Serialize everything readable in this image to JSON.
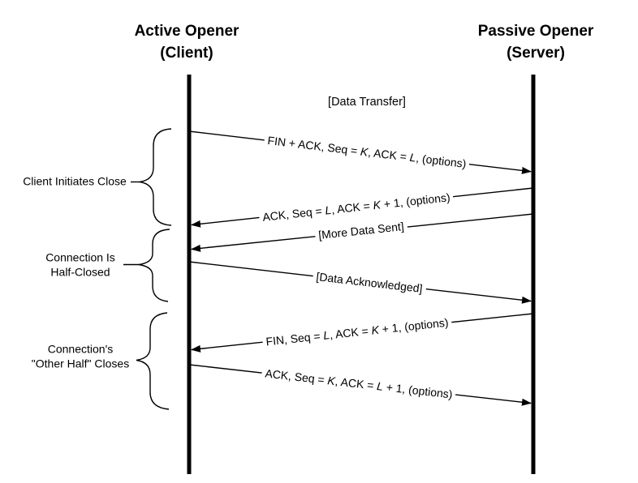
{
  "colors": {
    "ink": "#000000",
    "background": "#ffffff"
  },
  "actors": [
    {
      "role": "client",
      "line1": "Active Opener",
      "line2": "(Client)"
    },
    {
      "role": "server",
      "line1": "Passive Opener",
      "line2": "(Server)"
    }
  ],
  "annotations": {
    "data_transfer": "[Data Transfer]"
  },
  "messages": [
    {
      "from": "client",
      "to": "server",
      "segments": [
        {
          "t": "FIN + ACK, Seq = "
        },
        {
          "t": "K",
          "i": true
        },
        {
          "t": ", ACK = "
        },
        {
          "t": "L",
          "i": true
        },
        {
          "t": ", (options)"
        }
      ]
    },
    {
      "from": "server",
      "to": "client",
      "segments": [
        {
          "t": "ACK, Seq = "
        },
        {
          "t": "L",
          "i": true
        },
        {
          "t": ", ACK = "
        },
        {
          "t": "K",
          "i": true
        },
        {
          "t": " + 1, (options)"
        }
      ]
    },
    {
      "from": "server",
      "to": "client",
      "segments": [
        {
          "t": "[More Data Sent]"
        }
      ]
    },
    {
      "from": "client",
      "to": "server",
      "segments": [
        {
          "t": "[Data Acknowledged]"
        }
      ]
    },
    {
      "from": "server",
      "to": "client",
      "segments": [
        {
          "t": "FIN, Seq = "
        },
        {
          "t": "L",
          "i": true
        },
        {
          "t": ", ACK = "
        },
        {
          "t": "K",
          "i": true
        },
        {
          "t": " + 1, (options)"
        }
      ]
    },
    {
      "from": "client",
      "to": "server",
      "segments": [
        {
          "t": "ACK, Seq = "
        },
        {
          "t": "K",
          "i": true
        },
        {
          "t": ", ACK = "
        },
        {
          "t": "L",
          "i": true
        },
        {
          "t": " + 1, (options)"
        }
      ]
    }
  ],
  "phases": [
    {
      "line1": "Client Initiates Close",
      "line2": ""
    },
    {
      "line1": "Connection Is",
      "line2": "Half-Closed"
    },
    {
      "line1": "Connection's",
      "line2": "\"Other Half\" Closes"
    }
  ]
}
